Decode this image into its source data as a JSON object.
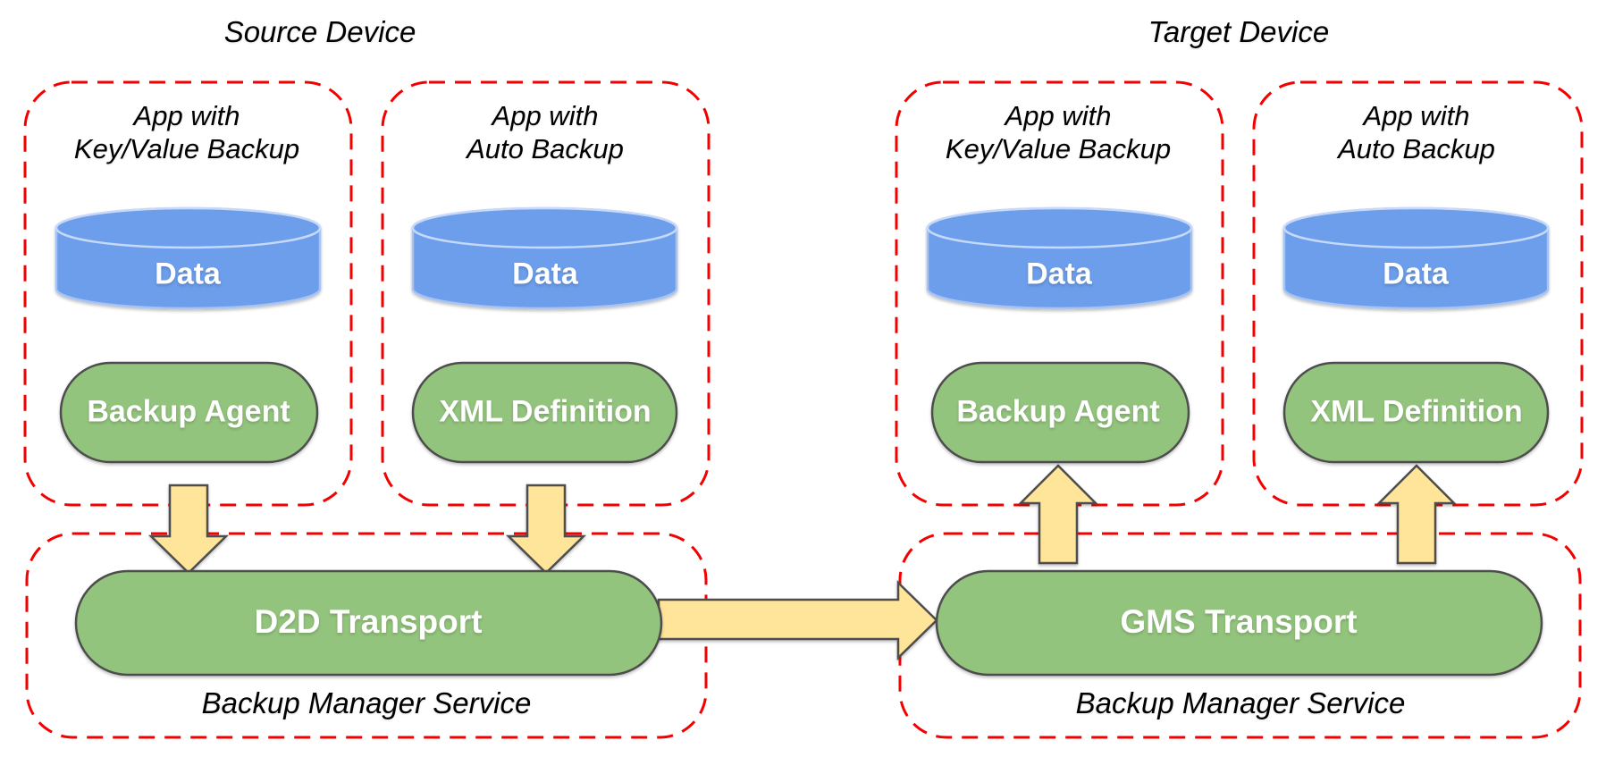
{
  "diagram": {
    "source": {
      "title": "Source Device",
      "apps": [
        {
          "label_line1": "App with",
          "label_line2": "Key/Value Backup",
          "data_label": "Data",
          "component_label": "Backup Agent"
        },
        {
          "label_line1": "App with",
          "label_line2": "Auto Backup",
          "data_label": "Data",
          "component_label": "XML Definition"
        }
      ],
      "manager": {
        "transport_label": "D2D Transport",
        "service_label": "Backup Manager Service"
      }
    },
    "target": {
      "title": "Target Device",
      "apps": [
        {
          "label_line1": "App with",
          "label_line2": "Key/Value Backup",
          "data_label": "Data",
          "component_label": "Backup Agent"
        },
        {
          "label_line1": "App with",
          "label_line2": "Auto Backup",
          "data_label": "Data",
          "component_label": "XML Definition"
        }
      ],
      "manager": {
        "transport_label": "GMS Transport",
        "service_label": "Backup Manager Service"
      }
    },
    "colors": {
      "data_fill": "#6D9EEB",
      "data_edge": "#A6C3F2",
      "data_edge_light": "#C7D9F9",
      "component_fill": "#93C47D",
      "arrow_fill": "#FFE599",
      "shape_border": "#4D4D4D",
      "boundary_dash": "#F50000"
    }
  }
}
